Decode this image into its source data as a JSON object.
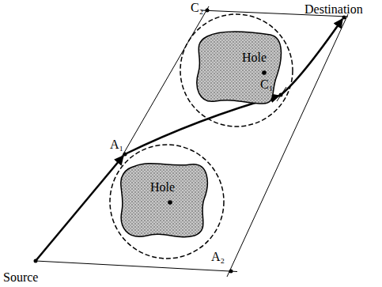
{
  "diagram": {
    "nodes": [
      {
        "text": [
          "Hole"
        ]
      },
      {
        "text": [
          "Hole"
        ]
      }
    ],
    "labels": [
      "Destination",
      "C₂",
      "C₁",
      "A₁",
      "A₂",
      "Source"
    ]
  }
}
